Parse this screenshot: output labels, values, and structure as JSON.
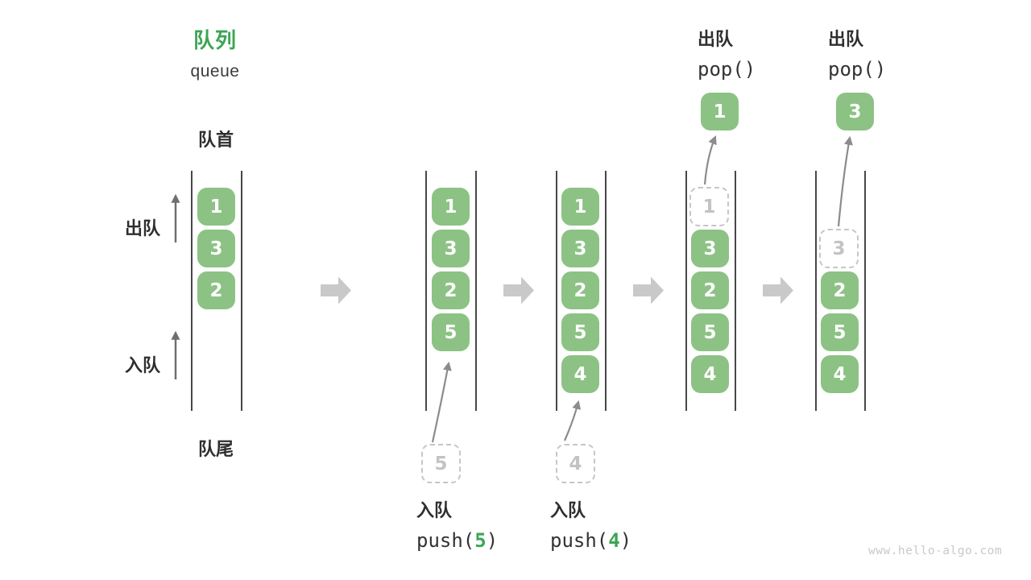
{
  "title": {
    "zh": "队列",
    "en": "queue"
  },
  "labels": {
    "front": "队首",
    "rear": "队尾",
    "dequeue_side": "出队",
    "enqueue_side": "入队"
  },
  "states": [
    {
      "cells": [
        "1",
        "3",
        "2"
      ]
    },
    {
      "cells": [
        "1",
        "3",
        "2",
        "5"
      ],
      "incoming": "5"
    },
    {
      "cells": [
        "1",
        "3",
        "2",
        "5",
        "4"
      ],
      "incoming": "4"
    },
    {
      "cells": [
        "1",
        "3",
        "2",
        "5",
        "4"
      ],
      "popped": "1"
    },
    {
      "cells": [
        "3",
        "2",
        "5",
        "4"
      ],
      "popped": "3"
    }
  ],
  "operations": {
    "push5": {
      "label": "入队",
      "fn": "push(",
      "arg": "5",
      "close": ")"
    },
    "push4": {
      "label": "入队",
      "fn": "push(",
      "arg": "4",
      "close": ")"
    },
    "pop1": {
      "label": "出队",
      "fn": "pop()"
    },
    "pop3": {
      "label": "出队",
      "fn": "pop()"
    }
  },
  "watermark": "www.hello-algo.com",
  "colors": {
    "cell_green": "#8CC284",
    "accent_green": "#3BA554",
    "block_arrow_gray": "#c9c9c9",
    "thin_arrow_gray": "#6f6f6f",
    "curve_arrow_gray": "#8c8c8c"
  }
}
